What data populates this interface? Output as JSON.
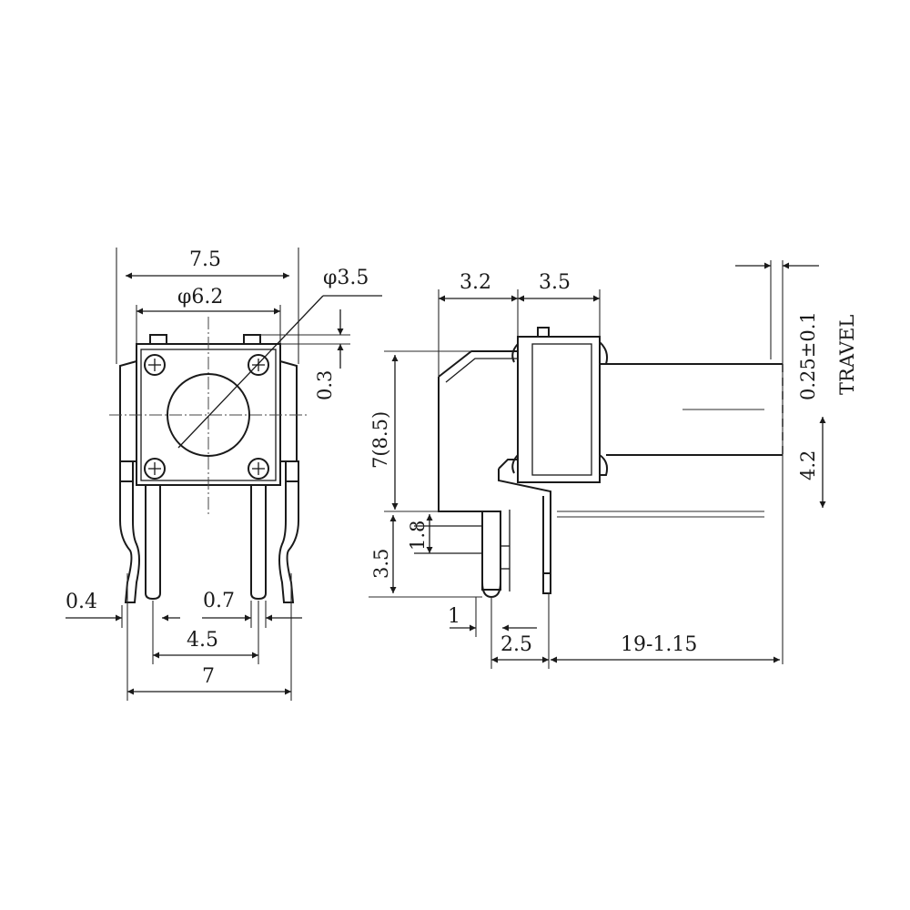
{
  "front_view": {
    "dims": {
      "width_top": "7.5",
      "actuator_dia": "φ6.2",
      "hole_dia": "φ3.5",
      "offset": "0.3",
      "pin_thickness": "0.4",
      "pin_width": "0.7",
      "pin_spacing": "4.5",
      "width_bottom": "7"
    }
  },
  "side_view": {
    "dims": {
      "depth_a": "3.2",
      "depth_b": "3.5",
      "height": "7(8.5)",
      "standoff": "1.8",
      "lead_length": "3.5",
      "lead_offset": "1",
      "lead_pitch": "2.5",
      "stem_length": "19-1.15",
      "travel_value": "0.25±0.1",
      "travel_label": "TRAVEL",
      "stem_height": "4.2"
    }
  }
}
